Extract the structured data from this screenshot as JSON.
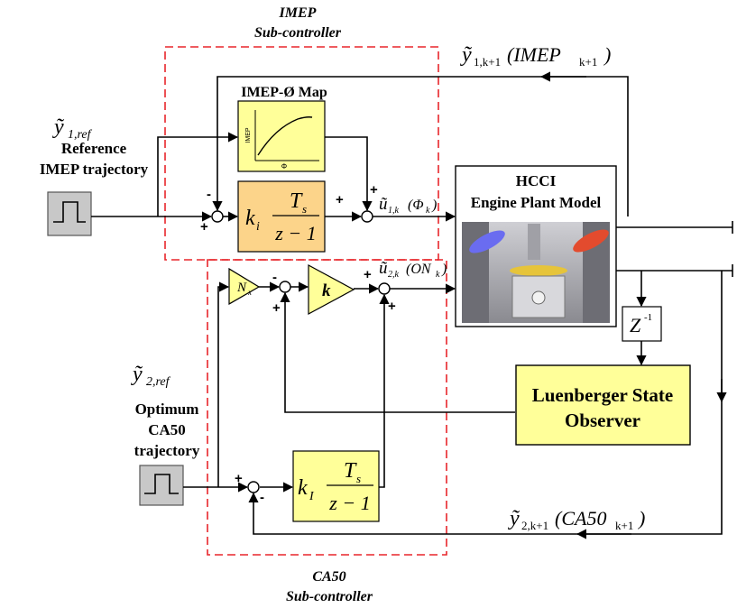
{
  "imep_sub": {
    "title_line1": "IMEP",
    "title_line2": "Sub-controller"
  },
  "ca50_sub": {
    "title_line1": "CA50",
    "title_line2": "Sub-controller"
  },
  "imep_map": {
    "title": "IMEP-Ø Map",
    "y_axis": "IMEP",
    "x_axis": "Φ"
  },
  "reference": {
    "symbol": "ỹ",
    "subscript": "1,ref",
    "line1": "Reference",
    "line2": "IMEP trajectory"
  },
  "optimum": {
    "symbol": "ỹ",
    "subscript": "2,ref",
    "line1": "Optimum",
    "line2": "CA50",
    "line3": "trajectory"
  },
  "integrator_imep": {
    "gain": "k",
    "gain_sub": "i",
    "num": "T",
    "num_sub": "s",
    "den": "z − 1"
  },
  "integrator_ca50": {
    "gain": "k",
    "gain_sub": "I",
    "num": "T",
    "num_sub": "s",
    "den": "z − 1"
  },
  "nx_gain": {
    "label": "N",
    "label_sub": "x"
  },
  "k_gain": {
    "label": "k"
  },
  "plant": {
    "line1": "HCCI",
    "line2": "Engine Plant Model"
  },
  "delay": {
    "label": "Z",
    "sup": "-1"
  },
  "observer": {
    "line1": "Luenberger State",
    "line2": "Observer"
  },
  "signals": {
    "u1": {
      "sym": "ũ",
      "sub": "1,k",
      "arg": "(Φ",
      "arg_sub": "k",
      "close": ")"
    },
    "u2": {
      "sym": "ũ",
      "sub": "2,k",
      "arg": "(ON",
      "arg_sub": "k",
      "close": ")"
    },
    "y1": {
      "sym": "ỹ",
      "sub": "1,k+1",
      "arg": "(IMEP",
      "arg_sub": "k+1",
      "close": ")"
    },
    "y2": {
      "sym": "ỹ",
      "sub": "2,k+1",
      "arg": "(CA50",
      "arg_sub": "k+1",
      "close": ")"
    }
  },
  "signs": {
    "plus": "+",
    "minus": "-"
  },
  "colors": {
    "block_yellow": "#ffff99",
    "block_orange": "#fcd48a",
    "source_gray": "#c8c8c8",
    "dash_red": "#e8262b",
    "line": "#000000"
  }
}
